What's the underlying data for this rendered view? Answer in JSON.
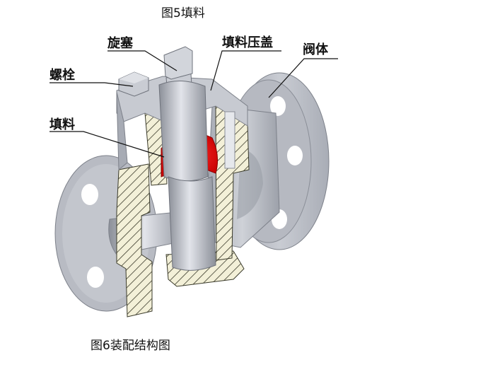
{
  "titles": {
    "top": "图5填料",
    "bottom": "图6装配结构图"
  },
  "labels": {
    "plug": "旋塞",
    "gland": "填料压盖",
    "body": "阀体",
    "bolt": "螺栓",
    "packing": "填料"
  },
  "colors": {
    "metal": "#b9bcc4",
    "metal_dark": "#8c9099",
    "metal_light": "#d8dae0",
    "section": "#f3f0d8",
    "hatch": "#3a3a2a",
    "packing": "#e01010"
  }
}
